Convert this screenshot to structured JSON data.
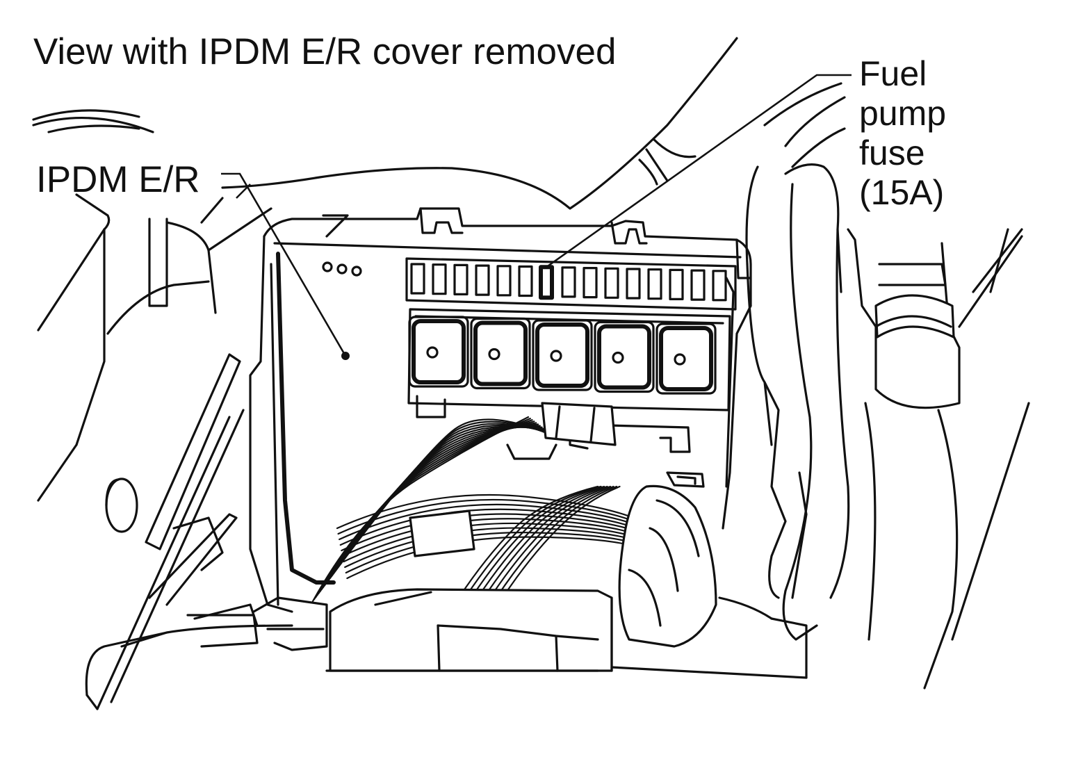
{
  "diagram": {
    "title": "View with IPDM E/R cover removed",
    "labels": {
      "ipdm": "IPDM E/R",
      "fuse_lines": [
        "Fuel",
        "pump",
        "fuse",
        "(15A)"
      ]
    }
  }
}
